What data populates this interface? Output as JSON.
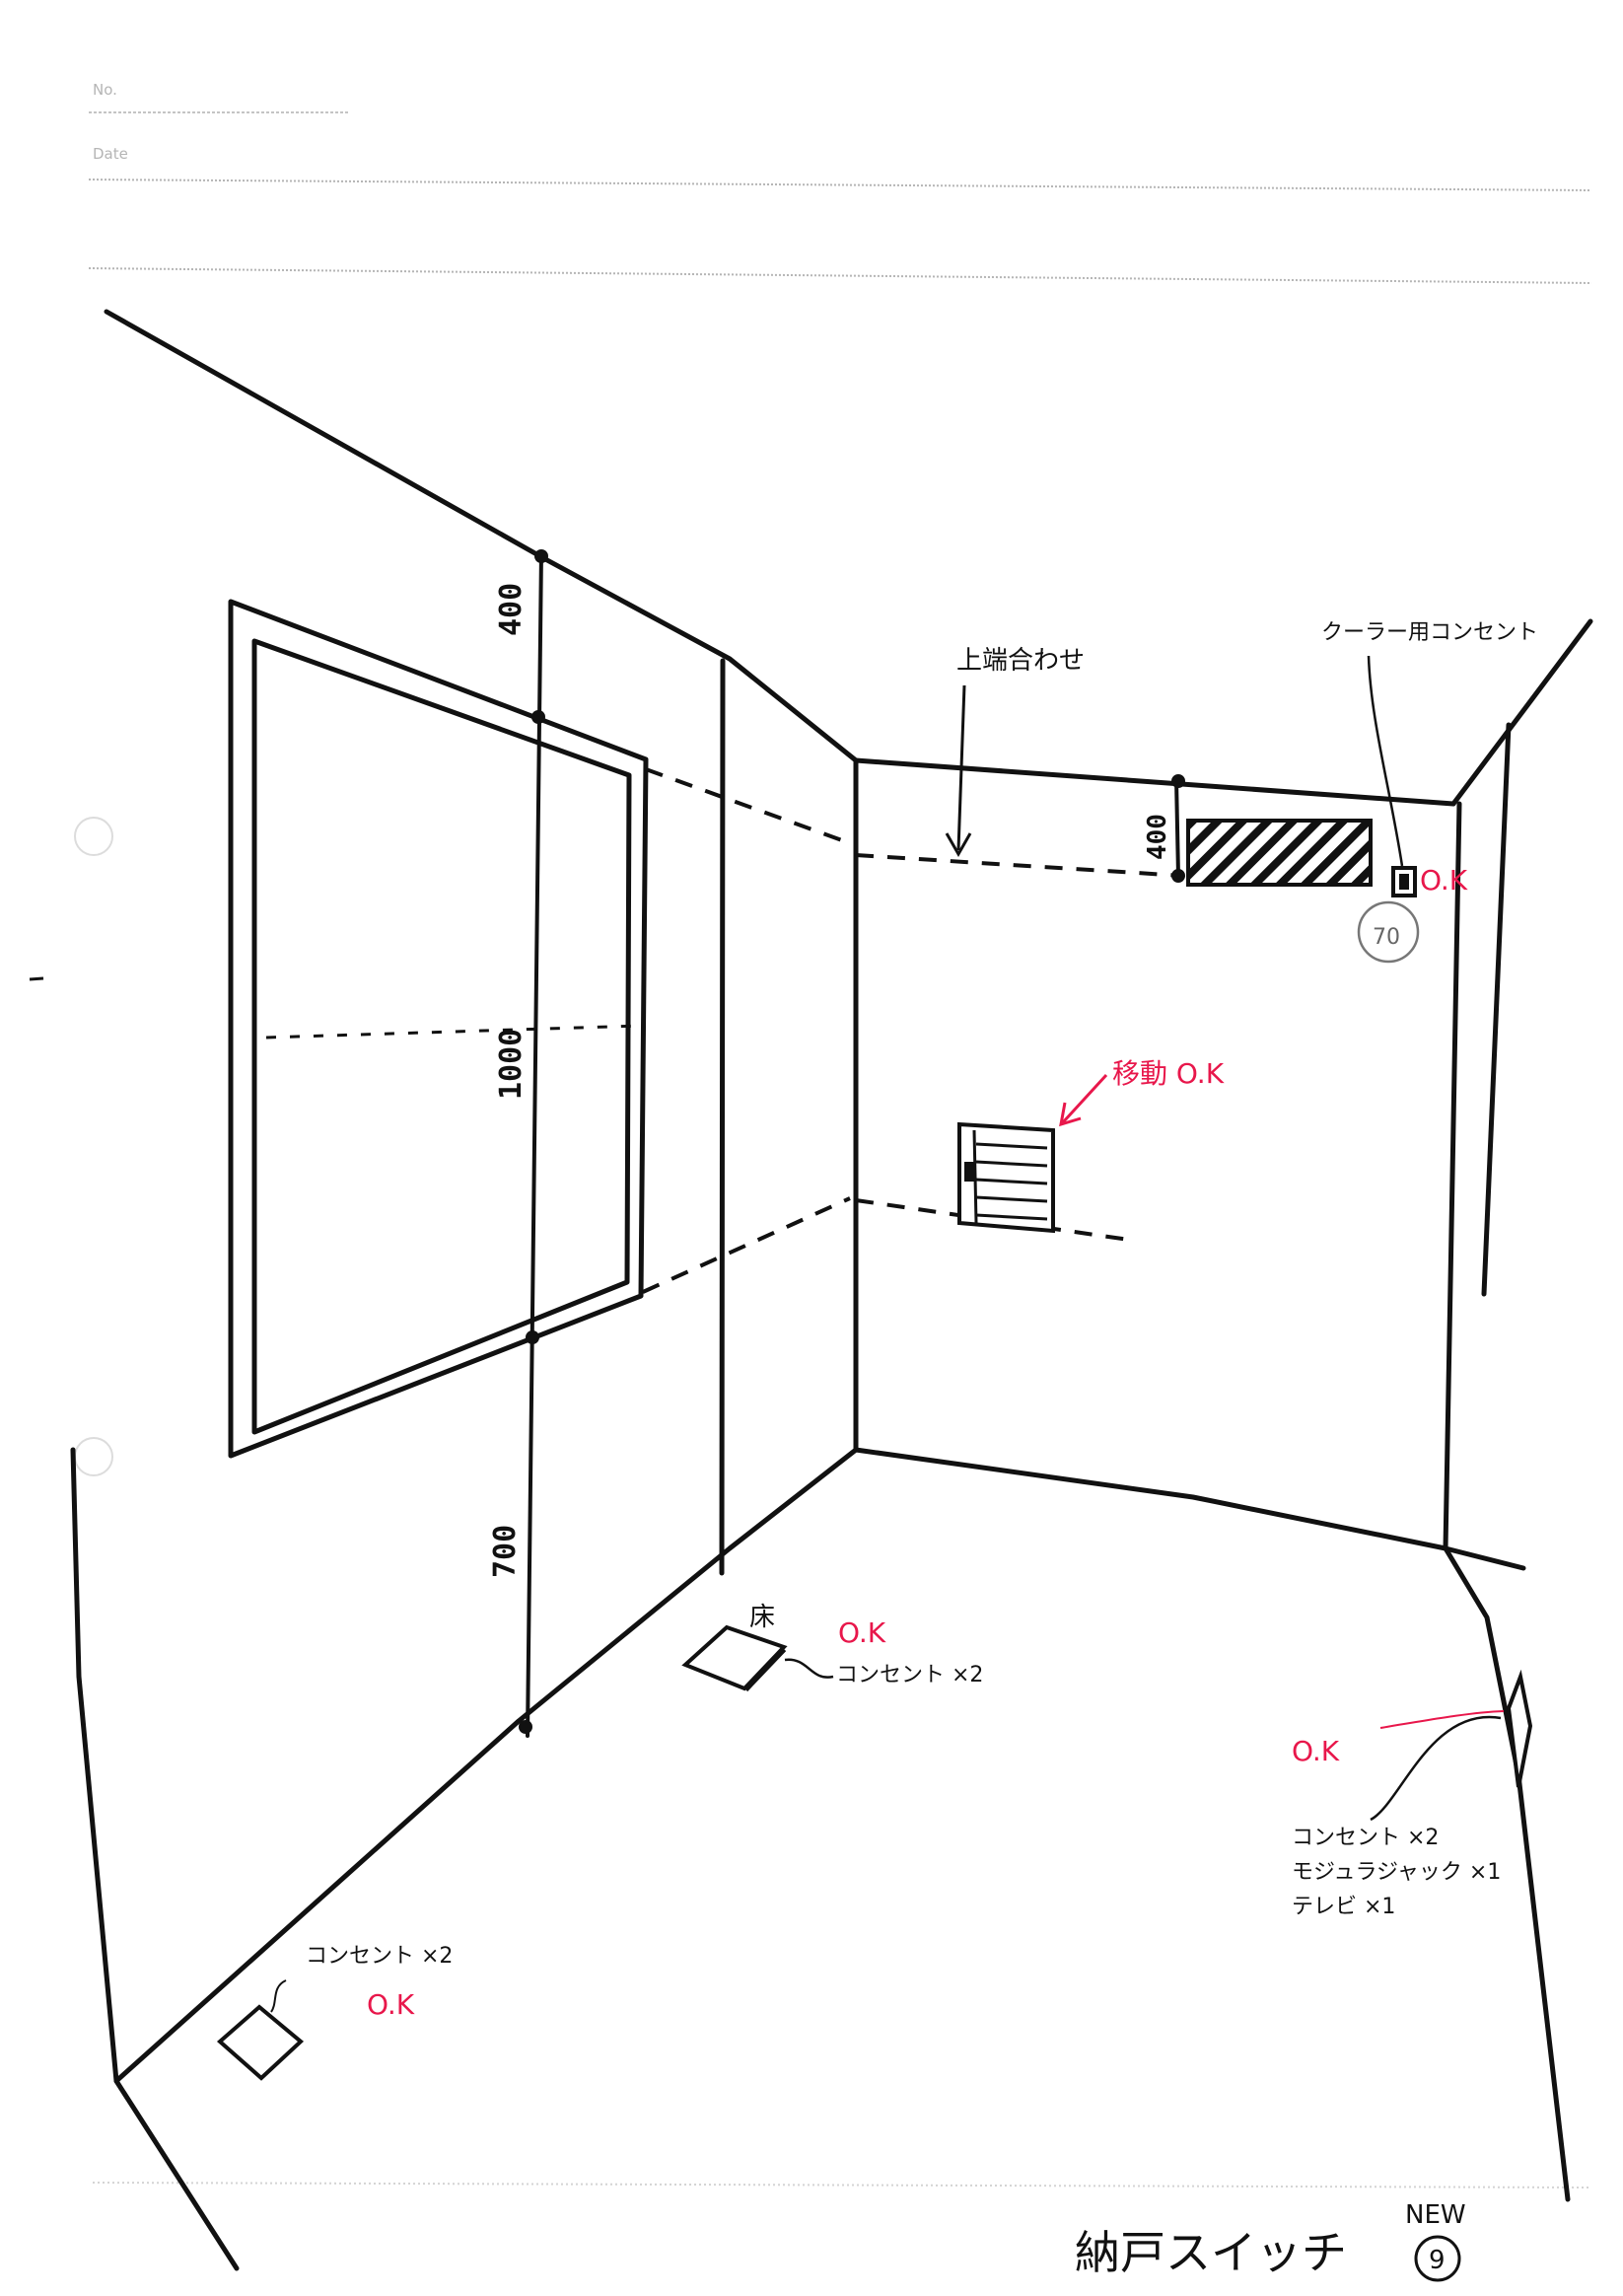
{
  "header": {
    "no_label": "No.",
    "date_label": "Date"
  },
  "dimensions": {
    "top": "400",
    "window": "1000",
    "bottom": "700",
    "back_wall": "400"
  },
  "notes": {
    "align_top": "上端合わせ",
    "cooler_outlet": "クーラー用コンセント",
    "move_ok": "移動 O.K",
    "circle_num": "70",
    "floor_char": "床",
    "floor_outlet": "コンセント ×2",
    "wall_outlet_left": "コンセント ×2",
    "right_outlets": [
      "コンセント ×2",
      "モジュラジャック ×1",
      "テレビ ×1"
    ]
  },
  "marks": {
    "ok_cooler": "O.K",
    "ok_floor": "O.K",
    "ok_right": "O.K",
    "ok_left": "O.K"
  },
  "title": {
    "text": "納戸スイッチ",
    "new_label": "NEW",
    "page_num": "9"
  },
  "colors": {
    "ink": "#111111",
    "correction": "#e8174b",
    "header_rule": "#bcbcbc"
  }
}
